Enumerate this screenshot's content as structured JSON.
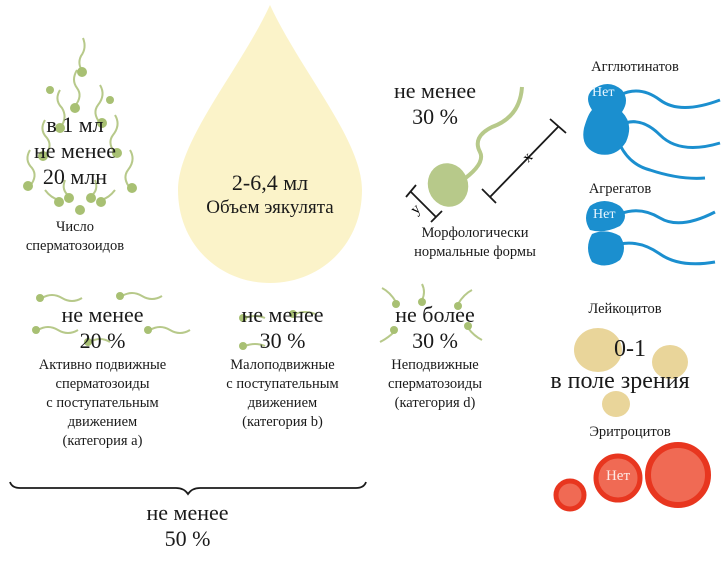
{
  "sperm_count": {
    "line1": "в 1 мл",
    "line2": "не менее",
    "line3": "20 млн",
    "caption1": "Число",
    "caption2": "сперматозоидов"
  },
  "volume": {
    "value": "2-6,4 мл",
    "label": "Объем эякулята"
  },
  "morphology": {
    "line1": "не менее",
    "line2": "30 %",
    "axis_x": "x",
    "axis_y": "y",
    "caption1": "Морфологически",
    "caption2": "нормальные формы"
  },
  "agglutinates": {
    "title": "Агглютинатов",
    "value": "Нет"
  },
  "aggregates": {
    "title": "Агрегатов",
    "value": "Нет"
  },
  "motility": [
    {
      "line1": "не менее",
      "line2": "20 %",
      "caption": [
        "Активно подвижные",
        "сперматозоиды",
        "с поступательным",
        "движением",
        "(категория a)"
      ]
    },
    {
      "line1": "не менее",
      "line2": "30 %",
      "caption": [
        "Малоподвижные",
        "с поступательным",
        "движением",
        "(категория b)"
      ]
    },
    {
      "line1": "не более",
      "line2": "30 %",
      "caption": [
        "Неподвижные",
        "сперматозоиды",
        "(категория d)"
      ]
    }
  ],
  "total_progressive": {
    "line1": "не менее",
    "line2": "50 %"
  },
  "leukocytes": {
    "title": "Лейкоцитов",
    "value": "0-1",
    "unit": "в поле зрения"
  },
  "erythrocytes": {
    "title": "Эритроцитов",
    "value": "Нет"
  },
  "colors": {
    "sperm_green": "#b7c98a",
    "drop_cream": "#fbf3c9",
    "blue_cell": "#1b8fcf",
    "leuko_tan": "#e9d59a",
    "red_cell_ring": "#e8361f",
    "red_cell_fill": "#f06a54"
  }
}
